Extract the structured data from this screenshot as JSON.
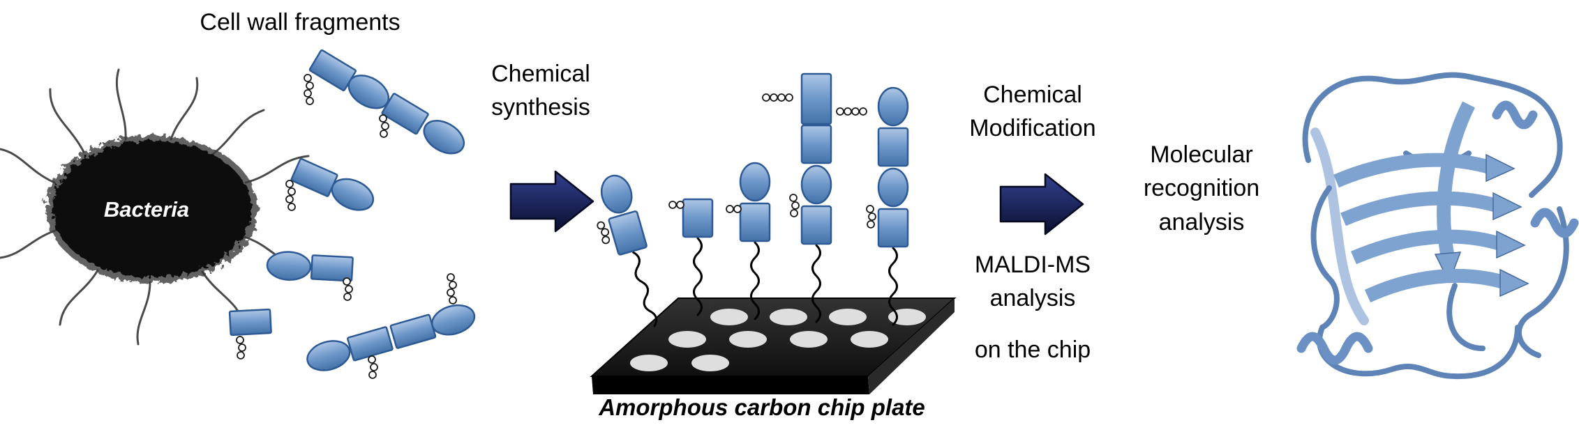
{
  "labels": {
    "cell_wall_fragments": "Cell wall fragments",
    "bacteria": "Bacteria",
    "chemical_synthesis": "Chemical\nsynthesis",
    "chemical_modification": "Chemical\nModification",
    "maldi_ms_analysis": "MALDI-MS\nanalysis",
    "on_the_chip": "on the chip",
    "molecular_recognition": "Molecular\nrecognition\nanalysis",
    "chip_plate_caption": "Amorphous carbon chip plate"
  },
  "colors": {
    "fragment-blue": "#4f81bd",
    "fragment-blue-light": "#a8c4e4",
    "fragment-outline": "#2d5a95",
    "arrow-navy": "#131c4e",
    "chip-black": "#141414",
    "protein-blue": "#5d83b7",
    "text-color": "#000000"
  }
}
